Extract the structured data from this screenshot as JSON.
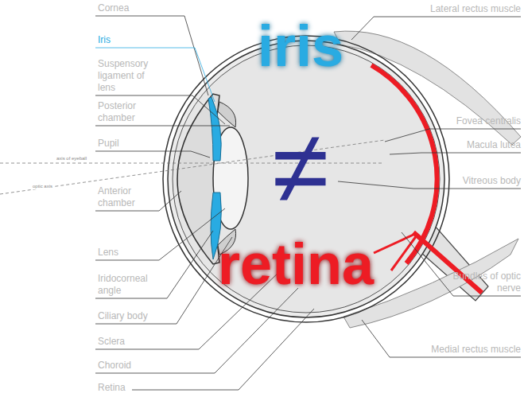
{
  "diagram": {
    "labels": [
      "Cornea",
      "Iris",
      "Suspensory ligament of lens",
      "Posterior chamber",
      "Pupil",
      "axis of eyeball",
      "optic axis",
      "Anterior chamber",
      "Lens",
      "Iridocorneal angle",
      "Ciliary body",
      "Sclera",
      "Choroid",
      "Retina",
      "Lateral rectus muscle",
      "Fovea centralis",
      "Macula lutea",
      "Vitreous body",
      "Bundles of optic nerve",
      "Medial rectus muscle",
      "iris",
      "≠",
      "retina"
    ]
  }
}
